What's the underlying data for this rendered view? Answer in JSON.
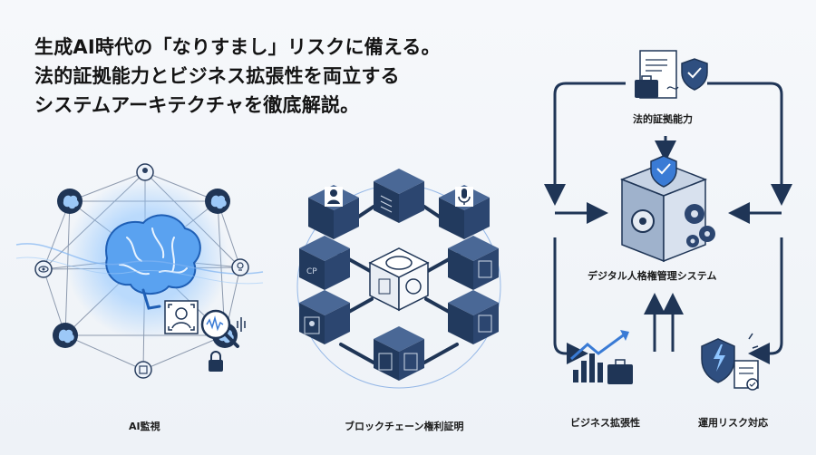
{
  "headline": {
    "line1": "生成AI時代の「なりすまし」リスクに備える。",
    "line2": "法的証拠能力とビジネス拡張性を両立する",
    "line3": "システムアーキテクチャを徹底解説。"
  },
  "panels": {
    "ai_monitoring": {
      "label": "AI監視"
    },
    "blockchain": {
      "label": "ブロックチェーン権利証明"
    },
    "system": {
      "legal_label": "法的証拠能力",
      "center_label": "デジタル人格権管理システム",
      "business_label": "ビジネス拡張性",
      "risk_label": "運用リスク対応"
    }
  },
  "colors": {
    "navy": "#1f3556",
    "accent_blue": "#3a7bd5",
    "glow": "#8ec5ff",
    "background": "#f3f6fa"
  }
}
